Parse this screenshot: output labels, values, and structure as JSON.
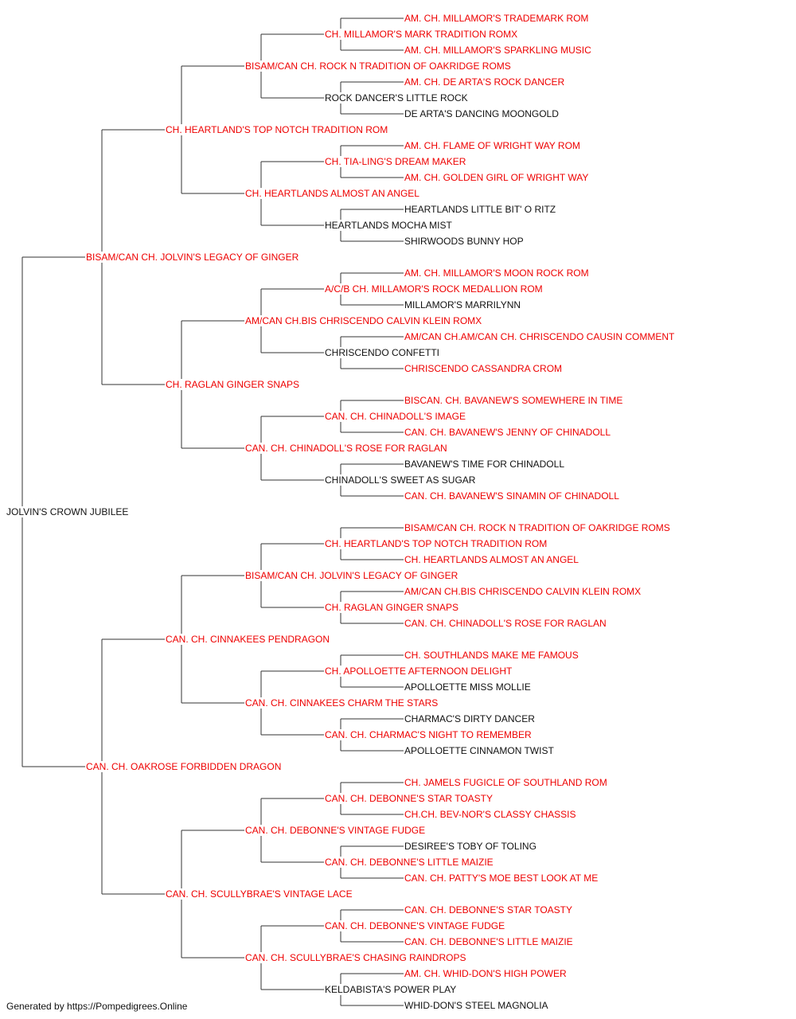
{
  "colors": {
    "champion": "#ee0000",
    "non_champion": "#111111",
    "line": "#333333"
  },
  "footer": "Generated by https://Pompedigrees.Online",
  "pedigree": {
    "name": "JOLVIN'S CROWN JUBILEE",
    "champion": false,
    "sire": {
      "name": "BISAM/CAN CH. JOLVIN'S LEGACY OF GINGER",
      "champion": true,
      "sire": {
        "name": "CH. HEARTLAND'S TOP NOTCH TRADITION ROM",
        "champion": true,
        "sire": {
          "name": "BISAM/CAN CH. ROCK N TRADITION OF OAKRIDGE ROMS",
          "champion": true,
          "sire": {
            "name": "CH. MILLAMOR'S MARK TRADITION ROMX",
            "champion": true,
            "sire": {
              "name": "AM. CH. MILLAMOR'S TRADEMARK ROM",
              "champion": true
            },
            "dam": {
              "name": "AM. CH. MILLAMOR'S SPARKLING MUSIC",
              "champion": true
            }
          },
          "dam": {
            "name": "ROCK DANCER'S LITTLE ROCK",
            "champion": false,
            "sire": {
              "name": "AM. CH. DE ARTA'S ROCK DANCER",
              "champion": true
            },
            "dam": {
              "name": "DE ARTA'S DANCING MOONGOLD",
              "champion": false
            }
          }
        },
        "dam": {
          "name": "CH. HEARTLANDS ALMOST AN ANGEL",
          "champion": true,
          "sire": {
            "name": "CH. TIA-LING'S DREAM MAKER",
            "champion": true,
            "sire": {
              "name": "AM. CH. FLAME OF WRIGHT WAY ROM",
              "champion": true
            },
            "dam": {
              "name": "AM. CH. GOLDEN GIRL OF WRIGHT WAY",
              "champion": true
            }
          },
          "dam": {
            "name": "HEARTLANDS MOCHA MIST",
            "champion": false,
            "sire": {
              "name": "HEARTLANDS LITTLE BIT' O RITZ",
              "champion": false
            },
            "dam": {
              "name": "SHIRWOODS BUNNY HOP",
              "champion": false
            }
          }
        }
      },
      "dam": {
        "name": "CH. RAGLAN GINGER SNAPS",
        "champion": true,
        "sire": {
          "name": "AM/CAN CH.BIS CHRISCENDO CALVIN KLEIN ROMX",
          "champion": true,
          "sire": {
            "name": "A/C/B CH. MILLAMOR'S ROCK MEDALLION ROM",
            "champion": true,
            "sire": {
              "name": "AM. CH. MILLAMOR'S MOON ROCK ROM",
              "champion": true
            },
            "dam": {
              "name": "MILLAMOR'S MARRILYNN",
              "champion": false
            }
          },
          "dam": {
            "name": "CHRISCENDO CONFETTI",
            "champion": false,
            "sire": {
              "name": "AM/CAN CH.AM/CAN CH. CHRISCENDO CAUSIN COMMENT",
              "champion": true
            },
            "dam": {
              "name": "CHRISCENDO CASSANDRA CROM",
              "champion": true
            }
          }
        },
        "dam": {
          "name": "CAN. CH. CHINADOLL'S ROSE FOR RAGLAN",
          "champion": true,
          "sire": {
            "name": "CAN. CH. CHINADOLL'S IMAGE",
            "champion": true,
            "sire": {
              "name": "BISCAN. CH. BAVANEW'S SOMEWHERE IN TIME",
              "champion": true
            },
            "dam": {
              "name": "CAN. CH. BAVANEW'S JENNY OF CHINADOLL",
              "champion": true
            }
          },
          "dam": {
            "name": "CHINADOLL'S SWEET AS SUGAR",
            "champion": false,
            "sire": {
              "name": "BAVANEW'S TIME FOR CHINADOLL",
              "champion": false
            },
            "dam": {
              "name": "CAN. CH. BAVANEW'S SINAMIN OF CHINADOLL",
              "champion": true
            }
          }
        }
      }
    },
    "dam": {
      "name": "CAN. CH. OAKROSE FORBIDDEN DRAGON",
      "champion": true,
      "sire": {
        "name": "CAN. CH. CINNAKEES PENDRAGON",
        "champion": true,
        "sire": {
          "name": "BISAM/CAN CH. JOLVIN'S LEGACY OF GINGER",
          "champion": true,
          "sire": {
            "name": "CH. HEARTLAND'S TOP NOTCH TRADITION ROM",
            "champion": true,
            "sire": {
              "name": "BISAM/CAN CH. ROCK N TRADITION OF OAKRIDGE ROMS",
              "champion": true
            },
            "dam": {
              "name": "CH. HEARTLANDS ALMOST AN ANGEL",
              "champion": true
            }
          },
          "dam": {
            "name": "CH. RAGLAN GINGER SNAPS",
            "champion": true,
            "sire": {
              "name": "AM/CAN CH.BIS CHRISCENDO CALVIN KLEIN ROMX",
              "champion": true
            },
            "dam": {
              "name": "CAN. CH. CHINADOLL'S ROSE FOR RAGLAN",
              "champion": true
            }
          }
        },
        "dam": {
          "name": "CAN. CH. CINNAKEES CHARM THE STARS",
          "champion": true,
          "sire": {
            "name": "CH. APOLLOETTE AFTERNOON DELIGHT",
            "champion": true,
            "sire": {
              "name": "CH. SOUTHLANDS MAKE ME FAMOUS",
              "champion": true
            },
            "dam": {
              "name": "APOLLOETTE MISS MOLLIE",
              "champion": false
            }
          },
          "dam": {
            "name": "CAN. CH. CHARMAC'S NIGHT TO REMEMBER",
            "champion": true,
            "sire": {
              "name": "CHARMAC'S DIRTY DANCER",
              "champion": false
            },
            "dam": {
              "name": "APOLLOETTE CINNAMON TWIST",
              "champion": false
            }
          }
        }
      },
      "dam": {
        "name": "CAN. CH. SCULLYBRAE'S VINTAGE LACE",
        "champion": true,
        "sire": {
          "name": "CAN. CH. DEBONNE'S VINTAGE FUDGE",
          "champion": true,
          "sire": {
            "name": "CAN. CH. DEBONNE'S STAR TOASTY",
            "champion": true,
            "sire": {
              "name": "CH. JAMELS FUGICLE OF SOUTHLAND ROM",
              "champion": true
            },
            "dam": {
              "name": "CH.CH. BEV-NOR'S CLASSY CHASSIS",
              "champion": true
            }
          },
          "dam": {
            "name": "CAN. CH. DEBONNE'S LITTLE MAIZIE",
            "champion": true,
            "sire": {
              "name": "DESIREE'S TOBY OF TOLING",
              "champion": false
            },
            "dam": {
              "name": "CAN. CH. PATTY'S MOE BEST LOOK AT ME",
              "champion": true
            }
          }
        },
        "dam": {
          "name": "CAN. CH. SCULLYBRAE'S CHASING RAINDROPS",
          "champion": true,
          "sire": {
            "name": "CAN. CH. DEBONNE'S VINTAGE FUDGE",
            "champion": true,
            "sire": {
              "name": "CAN. CH. DEBONNE'S STAR TOASTY",
              "champion": true
            },
            "dam": {
              "name": "CAN. CH. DEBONNE'S LITTLE MAIZIE",
              "champion": true
            }
          },
          "dam": {
            "name": "KELDABISTA'S POWER PLAY",
            "champion": false,
            "sire": {
              "name": "AM. CH. WHID-DON'S HIGH POWER",
              "champion": true
            },
            "dam": {
              "name": "WHID-DON'S STEEL MAGNOLIA",
              "champion": false
            }
          }
        }
      }
    }
  }
}
